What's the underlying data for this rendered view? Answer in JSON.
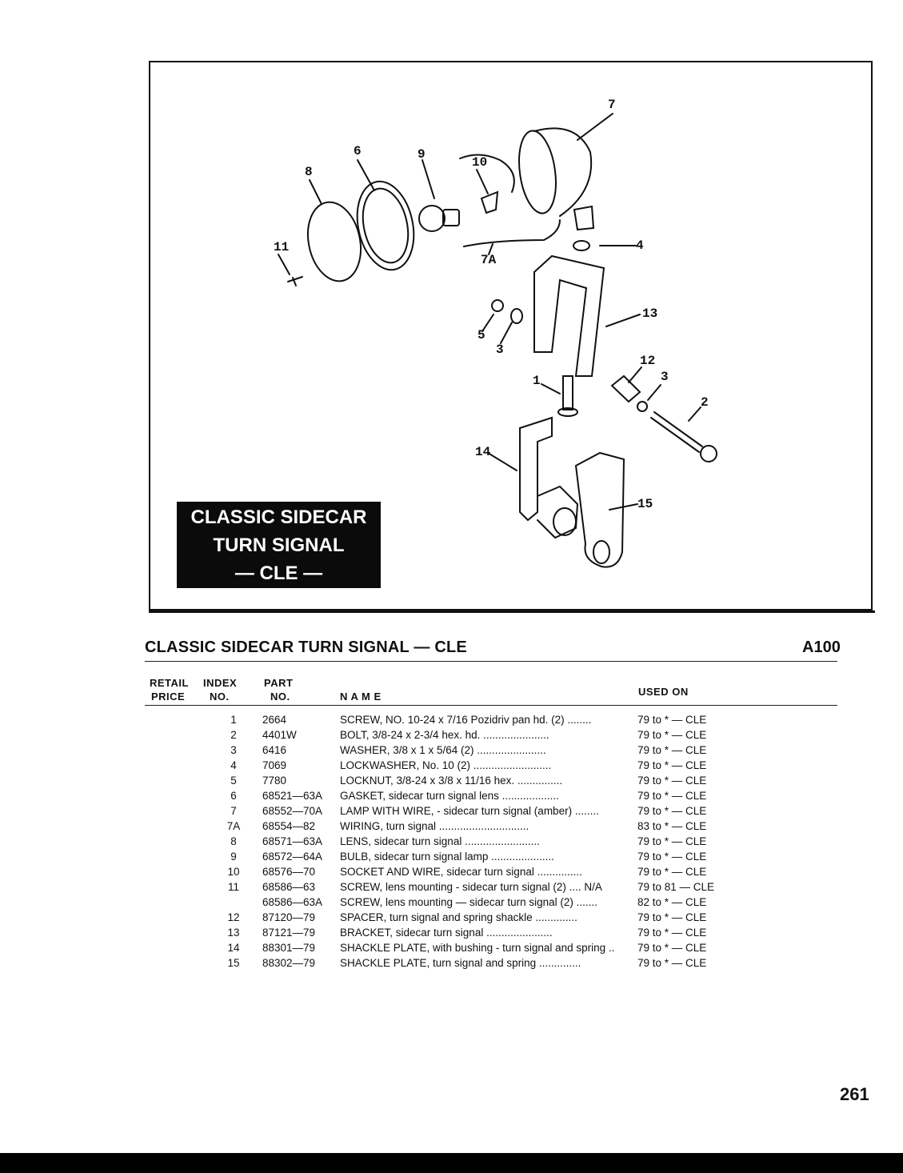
{
  "diagram": {
    "box_title_lines": [
      "CLASSIC SIDECAR",
      "TURN SIGNAL",
      "— CLE —"
    ],
    "callouts": [
      "7",
      "6",
      "9",
      "10",
      "8",
      "4",
      "11",
      "7A",
      "13",
      "5",
      "3",
      "12",
      "1",
      "3",
      "2",
      "14",
      "15"
    ]
  },
  "section": {
    "title": "CLASSIC SIDECAR TURN SIGNAL — CLE",
    "code": "A100"
  },
  "table": {
    "headers": {
      "price": [
        "RETAIL",
        "PRICE"
      ],
      "index": [
        "INDEX",
        "NO."
      ],
      "part": [
        "PART",
        "NO."
      ],
      "name": "N A M E",
      "used_on": "USED ON"
    },
    "rows": [
      {
        "index": "1",
        "part": "2664",
        "name": "SCREW, NO. 10-24 x 7/16 Pozidriv pan hd. (2) ........",
        "used_on": "79 to * — CLE"
      },
      {
        "index": "2",
        "part": "4401W",
        "name": "BOLT, 3/8-24 x 2-3/4 hex. hd. ......................",
        "used_on": "79 to * — CLE"
      },
      {
        "index": "3",
        "part": "6416",
        "name": "WASHER, 3/8 x 1 x 5/64 (2) .......................",
        "used_on": "79 to * — CLE"
      },
      {
        "index": "4",
        "part": "7069",
        "name": "LOCKWASHER, No. 10 (2) ..........................",
        "used_on": "79 to * — CLE"
      },
      {
        "index": "5",
        "part": "7780",
        "name": "LOCKNUT, 3/8-24 x 3/8 x 11/16 hex. ...............",
        "used_on": "79 to * — CLE"
      },
      {
        "index": "6",
        "part": "68521—63A",
        "name": "GASKET, sidecar turn signal lens ...................",
        "used_on": "79 to * — CLE"
      },
      {
        "index": "7",
        "part": "68552—70A",
        "name": "LAMP WITH WIRE, - sidecar turn signal (amber) ........",
        "used_on": "79 to * — CLE"
      },
      {
        "index": "7A",
        "part": "68554—82",
        "name": "WIRING, turn signal ..............................",
        "used_on": "83 to * — CLE"
      },
      {
        "index": "8",
        "part": "68571—63A",
        "name": "LENS, sidecar turn signal .........................",
        "used_on": "79 to * — CLE"
      },
      {
        "index": "9",
        "part": "68572—64A",
        "name": "BULB, sidecar turn signal lamp .....................",
        "used_on": "79 to * — CLE"
      },
      {
        "index": "10",
        "part": "68576—70",
        "name": "SOCKET AND WIRE, sidecar turn signal ...............",
        "used_on": "79 to * — CLE"
      },
      {
        "index": "11",
        "part": "68586—63",
        "name": "SCREW, lens mounting - sidecar turn signal (2) .... N/A",
        "used_on": "79 to 81 — CLE"
      },
      {
        "index": "",
        "part": "68586—63A",
        "name": "SCREW, lens mounting — sidecar turn signal (2) .......",
        "used_on": "82 to * — CLE"
      },
      {
        "index": "12",
        "part": "87120—79",
        "name": "SPACER, turn signal and spring shackle ..............",
        "used_on": "79 to * — CLE"
      },
      {
        "index": "13",
        "part": "87121—79",
        "name": "BRACKET, sidecar turn signal ......................",
        "used_on": "79 to * — CLE"
      },
      {
        "index": "14",
        "part": "88301—79",
        "name": "SHACKLE PLATE, with bushing - turn signal and spring ..",
        "used_on": "79 to * — CLE"
      },
      {
        "index": "15",
        "part": "88302—79",
        "name": "SHACKLE PLATE, turn signal and spring ..............",
        "used_on": "79 to * — CLE"
      }
    ]
  },
  "page_number": "261"
}
